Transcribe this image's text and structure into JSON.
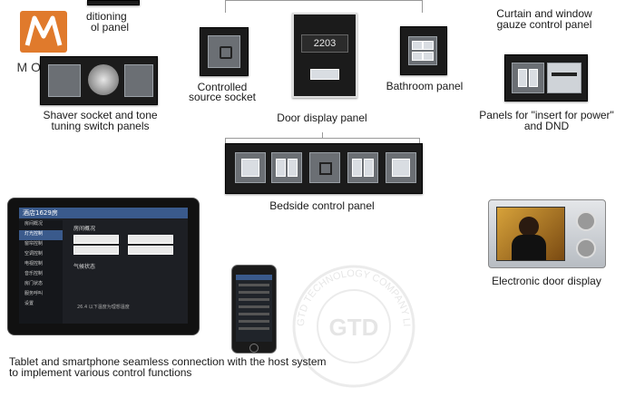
{
  "brand": {
    "logo_text": "MOMO",
    "accent": "#e07a2c"
  },
  "captions": {
    "ac_panel_line1": "ditioning",
    "ac_panel_line2": "ol panel",
    "curtain_line1": "Curtain and window",
    "curtain_line2": "gauze control panel",
    "controlled_line1": "Controlled",
    "controlled_line2": "source socket",
    "door_display": "Door display panel",
    "bathroom": "Bathroom panel",
    "shaver_line1": "Shaver socket and tone",
    "shaver_line2": "tuning switch panels",
    "insert_power_line1": "Panels for \"insert for power\"",
    "insert_power_line2": "and DND",
    "bedside": "Bedside control panel",
    "electronic_door": "Electronic door display",
    "tablet_line1": "Tablet and smartphone seamless connection with the host system",
    "tablet_line2": "to implement various control functions"
  },
  "door_panel": {
    "room_number": "2203"
  },
  "tablet": {
    "header_title": "酒店1629房",
    "menu_items": [
      "房间概况",
      "灯光控制",
      "窗帘控制",
      "空调控制",
      "电视控制",
      "音乐控制",
      "房门状态",
      "服务呼叫",
      "设置"
    ],
    "section_title": "房间概况",
    "status_label": "气候状态",
    "footer_text": "26.4 以下温度为理想温度"
  },
  "watermark": {
    "arc_text": "GTD TECHNOLOGY COMPANY LIMITED",
    "center": "GTD"
  }
}
